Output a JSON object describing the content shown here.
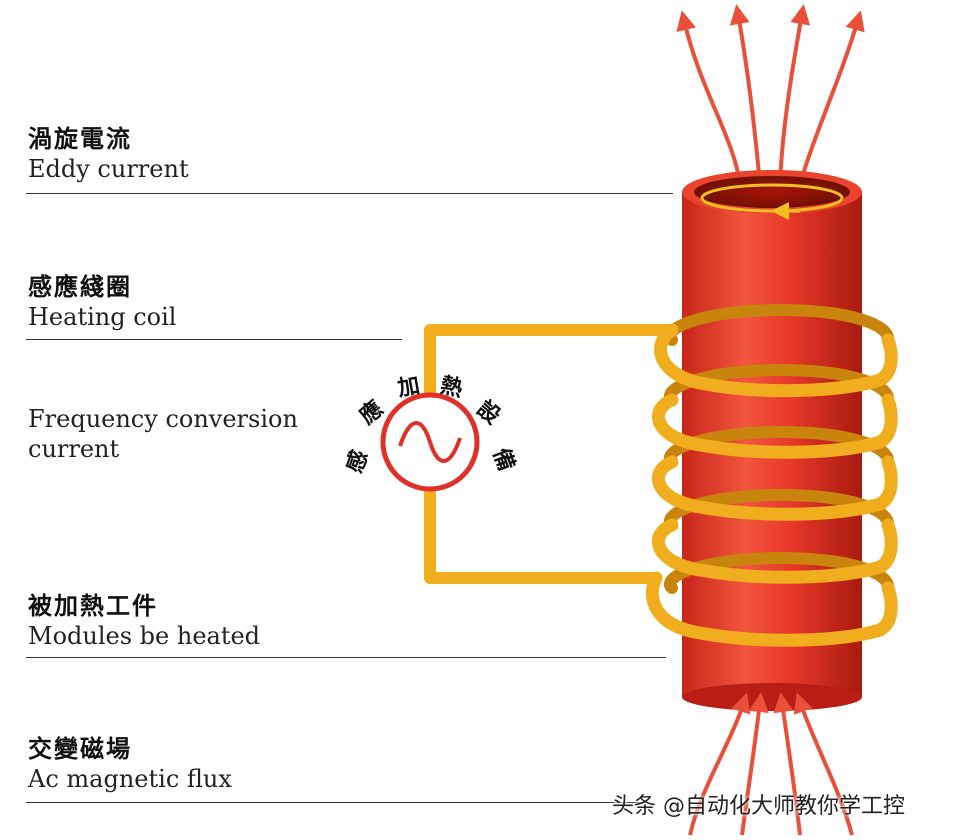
{
  "labels": {
    "eddy": {
      "zh": "渦旋電流",
      "en": "Eddy current"
    },
    "coil": {
      "zh": "感應綫圈",
      "en": "Heating coil"
    },
    "freq": {
      "en_line1": "Frequency conversion",
      "en_line2": "current"
    },
    "workpiece": {
      "zh": "被加熱工件",
      "en": "Modules be heated"
    },
    "flux": {
      "zh": "交變磁場",
      "en": "Ac magnetic flux"
    }
  },
  "device": {
    "chars": [
      "感",
      "應",
      "加",
      "熱",
      "設",
      "備"
    ]
  },
  "watermark": "头条 @自动化大师教你学工控",
  "colors": {
    "cylinder": "#e8382a",
    "cylinder_dark": "#b81e14",
    "coil": "#f0ad1e",
    "coil_dark": "#c8840c",
    "arrow": "#e8503a",
    "source_ring": "#e0302a"
  },
  "icons": {
    "source": "ac-source-icon",
    "arrow": "arrow-up-icon"
  }
}
